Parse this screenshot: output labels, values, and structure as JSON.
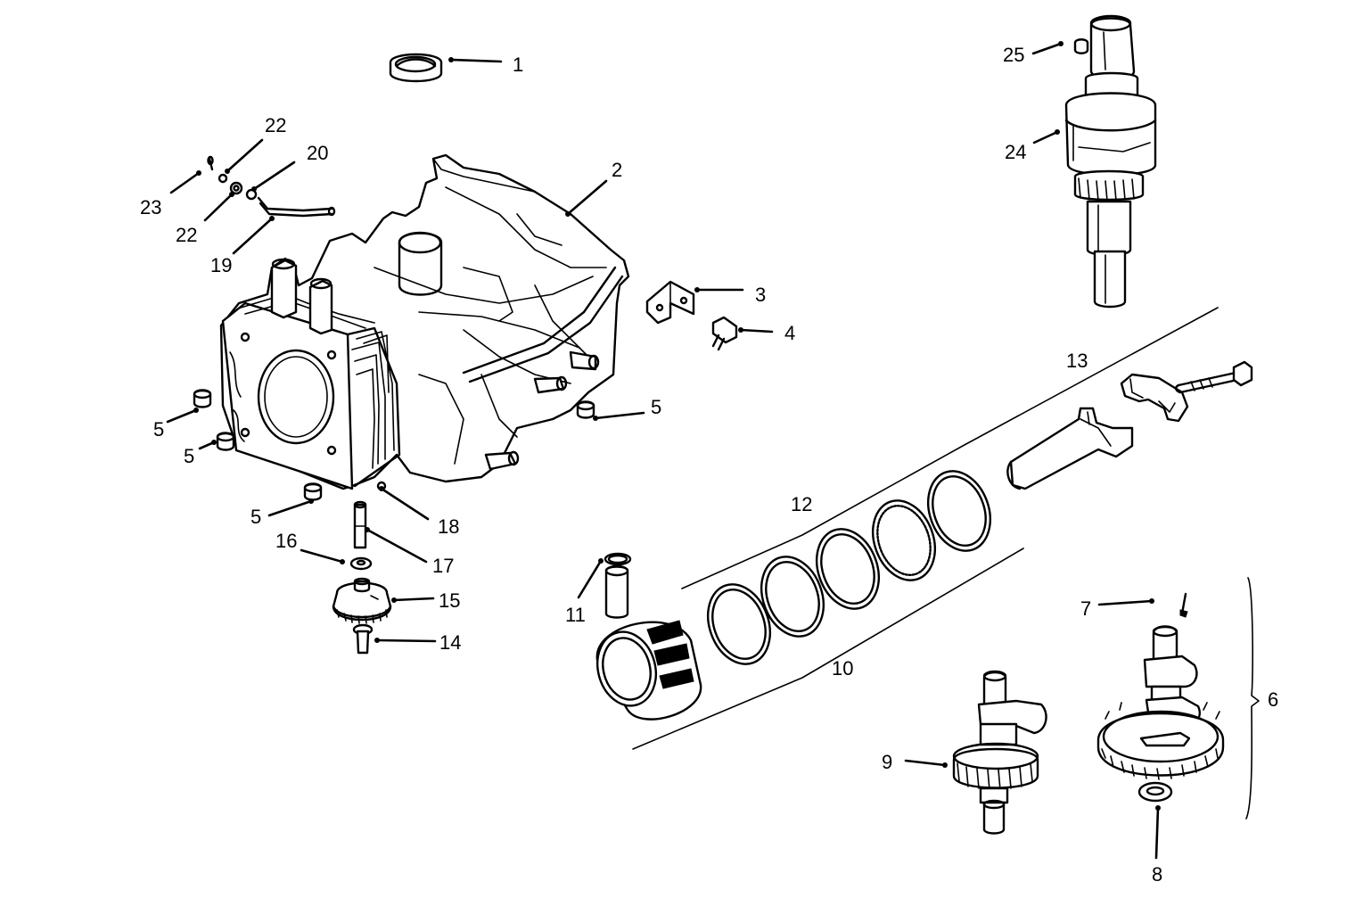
{
  "callouts": [
    {
      "id": "1",
      "label": "1"
    },
    {
      "id": "2",
      "label": "2"
    },
    {
      "id": "3",
      "label": "3"
    },
    {
      "id": "4",
      "label": "4"
    },
    {
      "id": "5a",
      "label": "5"
    },
    {
      "id": "5b",
      "label": "5"
    },
    {
      "id": "5c",
      "label": "5"
    },
    {
      "id": "5d",
      "label": "5"
    },
    {
      "id": "6",
      "label": "6"
    },
    {
      "id": "7",
      "label": "7"
    },
    {
      "id": "8",
      "label": "8"
    },
    {
      "id": "9",
      "label": "9"
    },
    {
      "id": "10",
      "label": "10"
    },
    {
      "id": "11",
      "label": "11"
    },
    {
      "id": "12",
      "label": "12"
    },
    {
      "id": "13",
      "label": "13"
    },
    {
      "id": "14",
      "label": "14"
    },
    {
      "id": "15",
      "label": "15"
    },
    {
      "id": "16",
      "label": "16"
    },
    {
      "id": "17",
      "label": "17"
    },
    {
      "id": "18",
      "label": "18"
    },
    {
      "id": "19",
      "label": "19"
    },
    {
      "id": "20",
      "label": "20"
    },
    {
      "id": "22a",
      "label": "22"
    },
    {
      "id": "22b",
      "label": "22"
    },
    {
      "id": "23",
      "label": "23"
    },
    {
      "id": "24",
      "label": "24"
    },
    {
      "id": "25",
      "label": "25"
    }
  ]
}
